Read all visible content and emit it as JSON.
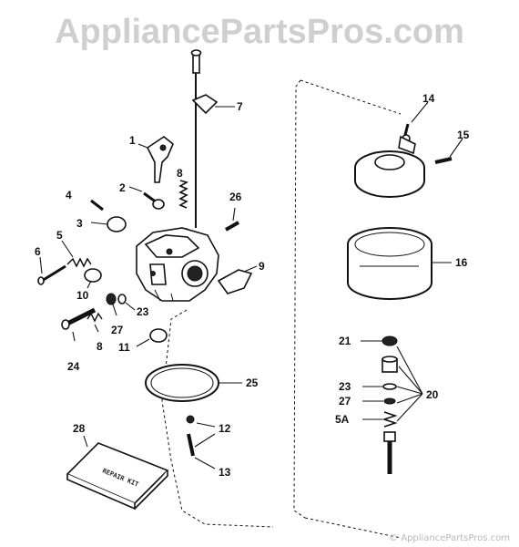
{
  "watermark": "AppliancePartsPros.com",
  "copyright": "© AppliancePartsPros.com",
  "labels": {
    "l1": "1",
    "l2": "2",
    "l3": "3",
    "l4": "4",
    "l5a": "5",
    "l6": "6",
    "l7": "7",
    "l8a": "8",
    "l8b": "8",
    "l9": "9",
    "l10": "10",
    "l11": "11",
    "l12": "12",
    "l13": "13",
    "l14": "14",
    "l15": "15",
    "l16": "16",
    "l20": "20",
    "l21": "21",
    "l23a": "23",
    "l23b": "23",
    "l24": "24",
    "l25": "25",
    "l26": "26",
    "l27a": "27",
    "l27b": "27",
    "l28": "28",
    "l5A": "5A"
  },
  "kit_text": "REPAIR KIT"
}
